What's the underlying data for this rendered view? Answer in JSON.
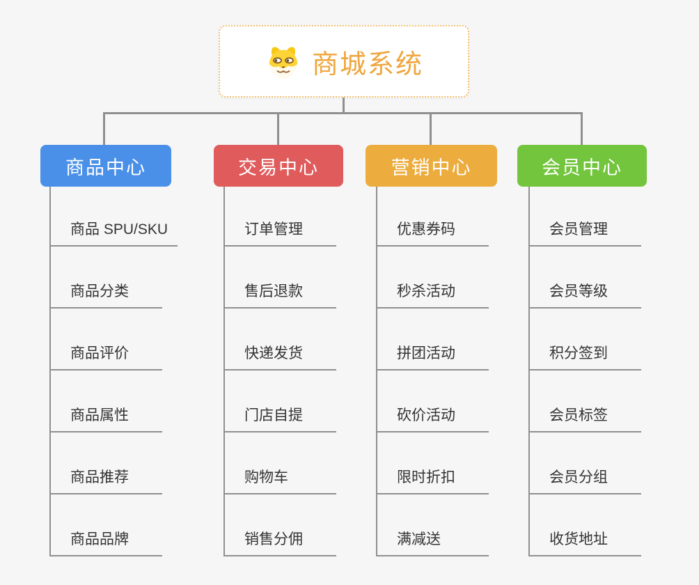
{
  "background_color": "#f6f6f6",
  "line_color": "#8f8f8f",
  "root": {
    "title": "商城系统",
    "icon": "dog-face-icon",
    "title_color": "#efa63e",
    "border_color": "#f3c06e",
    "bg_color": "#ffffff"
  },
  "branches": [
    {
      "label": "商品中心",
      "color": "#4a90e8",
      "children": [
        "商品 SPU/SKU",
        "商品分类",
        "商品评价",
        "商品属性",
        "商品推荐",
        "商品品牌"
      ]
    },
    {
      "label": "交易中心",
      "color": "#e05b5b",
      "children": [
        "订单管理",
        "售后退款",
        "快递发货",
        "门店自提",
        "购物车",
        "销售分佣"
      ]
    },
    {
      "label": "营销中心",
      "color": "#ecac3e",
      "children": [
        "优惠券码",
        "秒杀活动",
        "拼团活动",
        "砍价活动",
        "限时折扣",
        "满减送"
      ]
    },
    {
      "label": "会员中心",
      "color": "#72c53c",
      "children": [
        "会员管理",
        "会员等级",
        "积分签到",
        "会员标签",
        "会员分组",
        "收货地址"
      ]
    }
  ]
}
